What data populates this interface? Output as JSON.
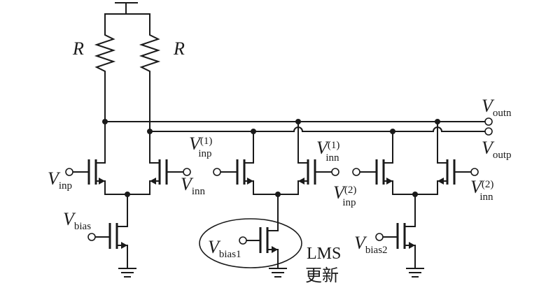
{
  "labels": {
    "r_left": "R",
    "r_right": "R",
    "v": "V",
    "outn_sub": "outn",
    "outp_sub": "outp",
    "inp_sub": "inp",
    "inn_sub": "inn",
    "sup1": "(1)",
    "sup2": "(2)",
    "bias_sub": "bias",
    "bias1_sub": "bias1",
    "bias2_sub": "bias2",
    "lms": "LMS",
    "update": "更新"
  }
}
